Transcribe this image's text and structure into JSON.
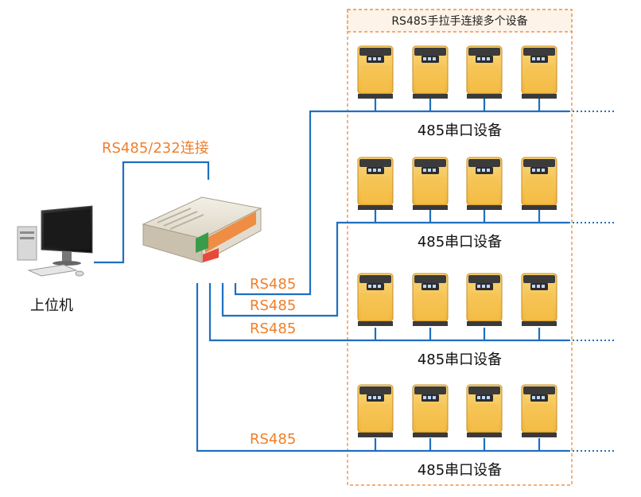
{
  "colors": {
    "wire": "#1f6fc0",
    "label_orange": "#f07f2a",
    "device_body": "#f4c150",
    "device_top": "#3a3a3a",
    "group_border": "#f07f2a"
  },
  "labels": {
    "group_title": "RS485手拉手连接多个设备",
    "connection_label": "RS485/232连接",
    "host_label": "上位机",
    "bus_labels": [
      "RS485",
      "RS485",
      "RS485",
      "RS485"
    ],
    "device_rows": [
      "485串口设备",
      "485串口设备",
      "485串口设备",
      "485串口设备"
    ]
  },
  "icons": {
    "host": "desktop-computer-icon",
    "controller": "rs485-controller-module-icon",
    "device": "serial-device-icon"
  }
}
